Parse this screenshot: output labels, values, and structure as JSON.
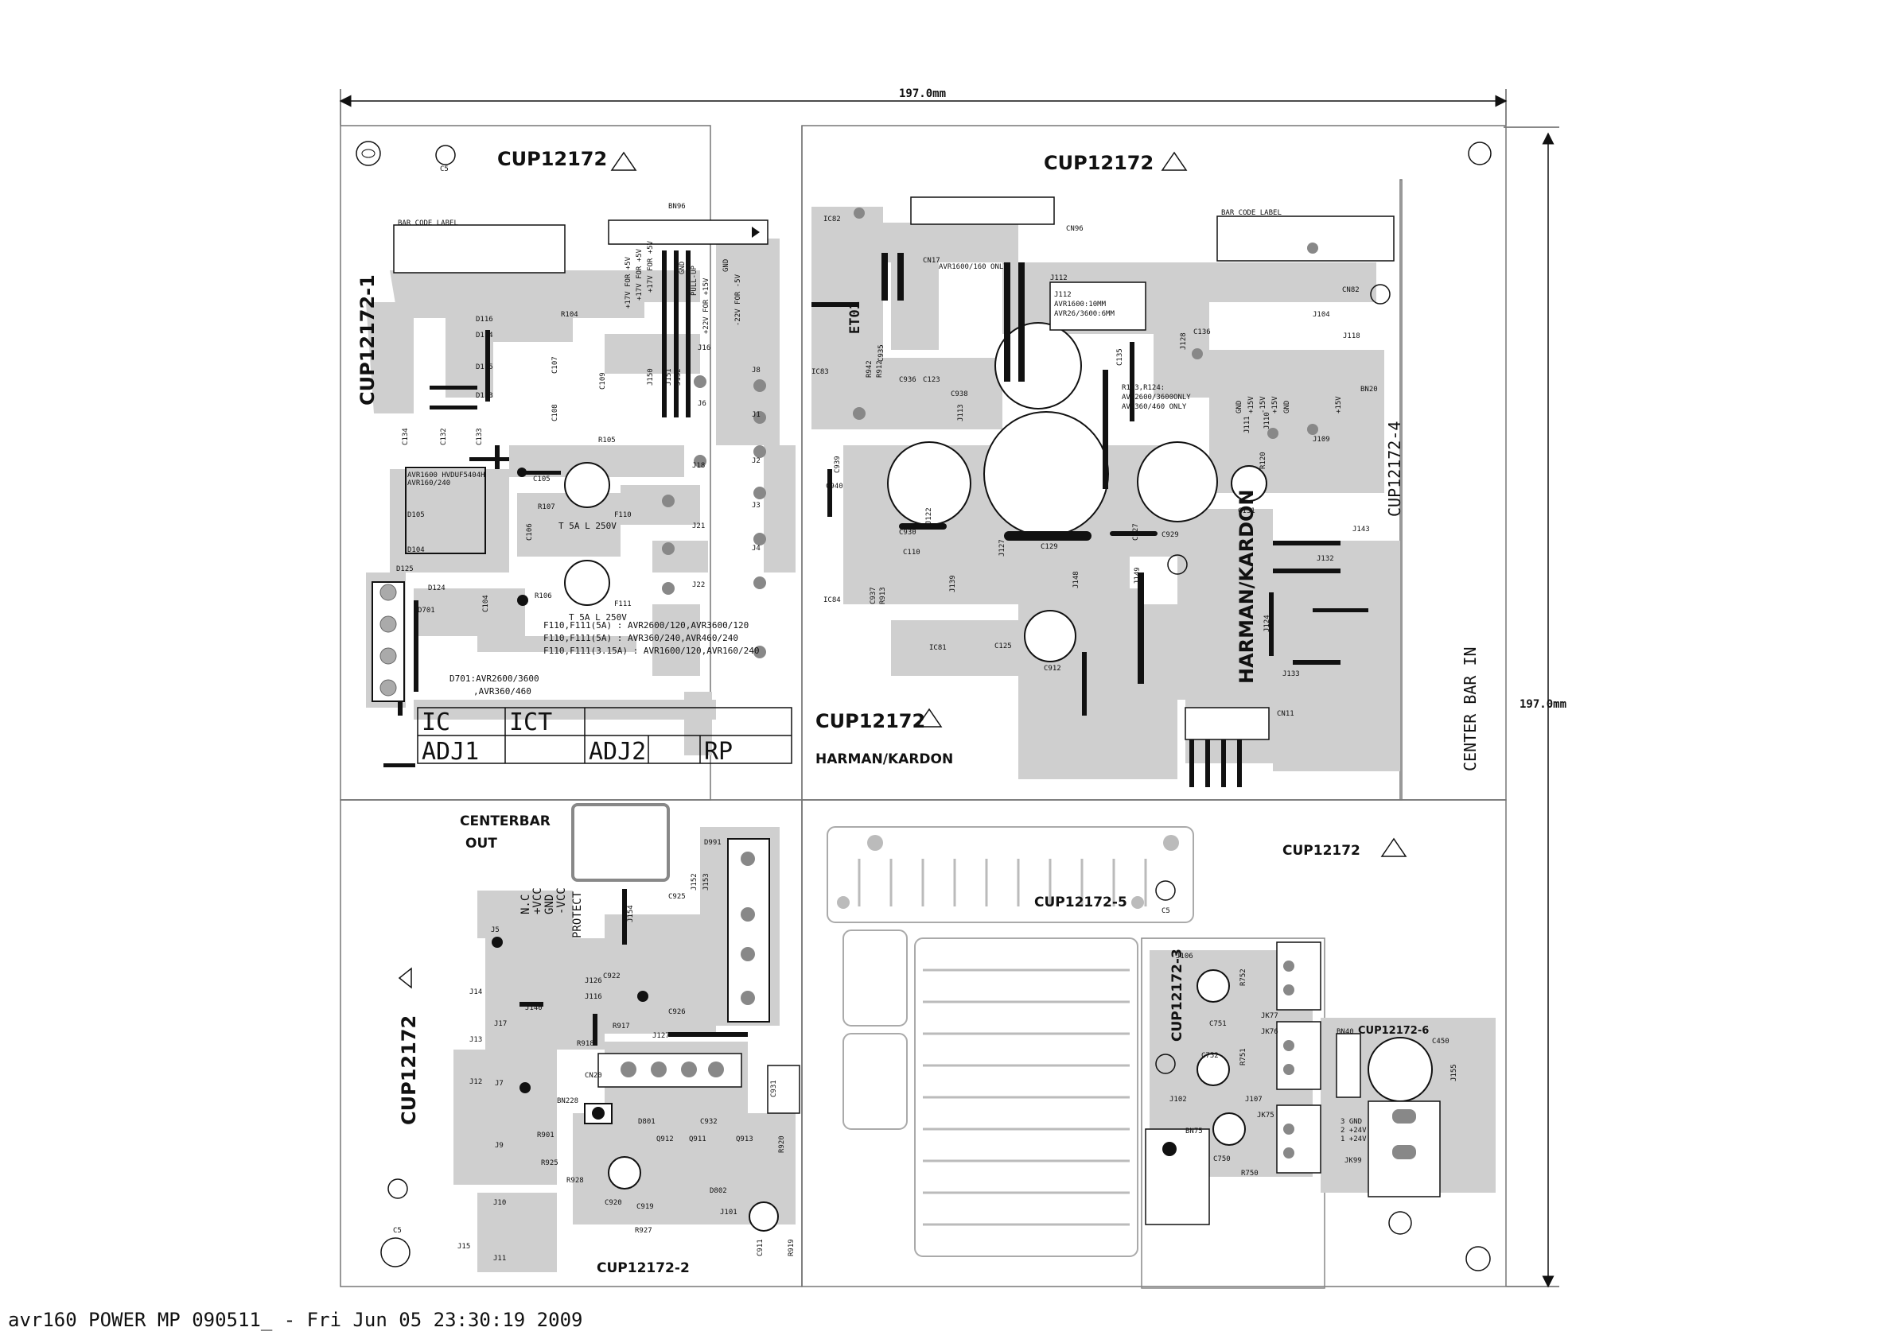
{
  "dimensions": {
    "width_label": "197.0mm",
    "height_label": "197.0mm"
  },
  "boards": {
    "top_left": {
      "name": "CUP12172-1",
      "header": "CUP12172"
    },
    "top_right": {
      "name": "CUP12172-4",
      "header": "CUP12172",
      "brand": "HARMAN/KARDON",
      "side_text": "CENTER BAR IN"
    },
    "center": {
      "header": "CUP12172",
      "brand": "HARMAN/KARDON"
    },
    "bottom_left": {
      "name": "CUP12172-2",
      "side": "CUP12172",
      "title_line1": "CENTERBAR",
      "title_line2": "OUT"
    },
    "bottom_mid": {
      "name": "CUP12172-5",
      "header": "CUP12172"
    },
    "bottom_right": {
      "name": "CUP12172-3",
      "sub": "CUP12172-6"
    }
  },
  "bar_code_label": "BAR CODE LABEL",
  "table": {
    "r1": [
      "IC",
      "ICT"
    ],
    "r2": [
      "ADJ1",
      "ADJ2",
      "RP"
    ]
  },
  "pb_caption": "C5",
  "fuse_notes": [
    "F110,F111(5A)  : AVR2600/120,AVR3600/120",
    "F110,F111(5A)  : AVR360/240,AVR460/240",
    "F110,F111(3.15A) : AVR1600/120,AVR160/240"
  ],
  "fuse_ratings": [
    "T 5A L 250V",
    "T 5A L 250V"
  ],
  "diode_note": [
    "D701:AVR2600/3600",
    ",AVR360/460"
  ],
  "avr_note": [
    "AVR1600 HVDUF5404H",
    "AVR160/240"
  ],
  "j112_note": [
    "J112",
    "AVR1600:10MM",
    "AVR26/3600:6MM"
  ],
  "r123_note": [
    "R123,R124:",
    "AVR2600/3600ONLY",
    "AVR360/460 ONLY"
  ],
  "cn17_note": "AVR1600/160 ONLY",
  "bn96_pins": [
    "+17V FOR +5V",
    "+17V FOR +5V",
    "+17V FOR +5V",
    "GND",
    "PULL-UP",
    "+22V FOR +15V",
    "GND",
    "-22V FOR -5V"
  ],
  "bn20_pins": [
    "GND",
    "+15V",
    "-15V",
    "+15V",
    "GND",
    "+15V"
  ],
  "cb_out_pins": [
    "N.C",
    "+VCC",
    "GND",
    "-VCC",
    "PROTECT"
  ],
  "jk99_pins": [
    "3 GND",
    "2 +24V",
    "1 +24V"
  ],
  "refs": {
    "tl": [
      "BN96",
      "R104",
      "D116",
      "D114",
      "D115",
      "D113",
      "C107",
      "C108",
      "C109",
      "J150",
      "J151",
      "J152",
      "J16",
      "J8",
      "J6",
      "J1",
      "J2",
      "J3",
      "J4",
      "J18",
      "J21",
      "J22",
      "R105",
      "C134",
      "C132",
      "C133",
      "C105",
      "R107",
      "C106",
      "F110",
      "D105",
      "D104",
      "D125",
      "D124",
      "C104",
      "R106",
      "F111",
      "D701"
    ],
    "tr": [
      "IC82",
      "CN96",
      "CN17",
      "J112",
      "ET01",
      "IC83",
      "C935",
      "R942",
      "R912",
      "C936",
      "C123",
      "C938",
      "C939",
      "C940",
      "C930",
      "C929",
      "C129",
      "C127",
      "C135",
      "J128",
      "J113",
      "J111",
      "J110",
      "J109",
      "J118",
      "J104",
      "BN20",
      "CN82",
      "C136",
      "R120",
      "C131",
      "J143",
      "J132",
      "J124",
      "J133",
      "J148",
      "J149",
      "C110",
      "C937",
      "R913",
      "J139",
      "IC81",
      "C125",
      "C912",
      "J122",
      "J127",
      "IC84",
      "CN11"
    ],
    "bl": [
      "D991",
      "J152",
      "J153",
      "J154",
      "C925",
      "C922",
      "C926",
      "J126",
      "J116",
      "J140",
      "R917",
      "J127",
      "R918",
      "CN20",
      "BN228",
      "D801",
      "C932",
      "C931",
      "R901",
      "Q912",
      "Q911",
      "Q913",
      "R920",
      "R925",
      "R928",
      "C920",
      "C919",
      "D802",
      "J101",
      "C911",
      "R919",
      "R927",
      "J5",
      "J14",
      "J17",
      "J13",
      "J12",
      "J7",
      "J9",
      "J10",
      "J15",
      "J11"
    ],
    "br": [
      "J106",
      "R752",
      "C751",
      "JK77",
      "C752",
      "R751",
      "JK76",
      "J102",
      "J107",
      "BN75",
      "JK75",
      "C750",
      "R750",
      "BN40",
      "C450",
      "J155",
      "JK99"
    ]
  },
  "footer": "avr160 POWER MP 090511_ - Fri Jun 05 23:30:19 2009"
}
